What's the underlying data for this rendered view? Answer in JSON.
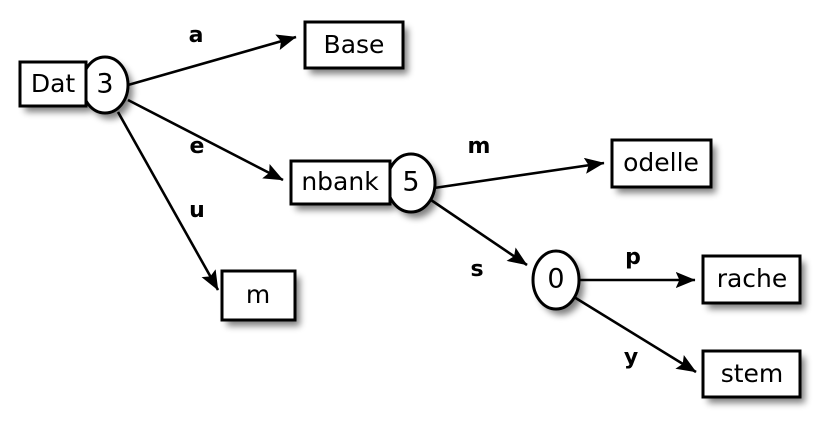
{
  "diagram": {
    "type": "directed-graph",
    "background_color": "#ffffff",
    "stroke_color": "#000000",
    "fill_color": "#ffffff",
    "nodes": [
      {
        "id": "n0",
        "box_label": "Dat",
        "state_label": "3",
        "shape": "box-with-ellipse"
      },
      {
        "id": "n1",
        "box_label": "Base",
        "state_label": "",
        "shape": "box"
      },
      {
        "id": "n2",
        "box_label": "nbank",
        "state_label": "5",
        "shape": "box-with-ellipse"
      },
      {
        "id": "n3",
        "box_label": "m",
        "state_label": "",
        "shape": "box"
      },
      {
        "id": "n4",
        "box_label": "odelle",
        "state_label": "",
        "shape": "box"
      },
      {
        "id": "n5",
        "box_label": "",
        "state_label": "0",
        "shape": "ellipse"
      },
      {
        "id": "n6",
        "box_label": "rache",
        "state_label": "",
        "shape": "box"
      },
      {
        "id": "n7",
        "box_label": "stem",
        "state_label": "",
        "shape": "box"
      }
    ],
    "edges": [
      {
        "id": "e0",
        "from": "n0",
        "to": "n1",
        "label": "a"
      },
      {
        "id": "e1",
        "from": "n0",
        "to": "n2",
        "label": "e"
      },
      {
        "id": "e2",
        "from": "n0",
        "to": "n3",
        "label": "u"
      },
      {
        "id": "e3",
        "from": "n2",
        "to": "n4",
        "label": "m"
      },
      {
        "id": "e4",
        "from": "n2",
        "to": "n5",
        "label": "s"
      },
      {
        "id": "e5",
        "from": "n5",
        "to": "n6",
        "label": "p"
      },
      {
        "id": "e6",
        "from": "n5",
        "to": "n7",
        "label": "y"
      }
    ]
  }
}
